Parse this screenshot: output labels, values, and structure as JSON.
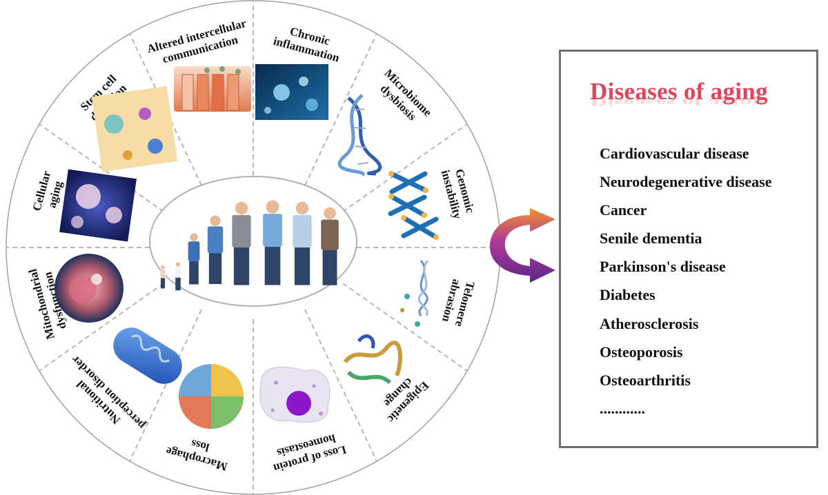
{
  "wheel": {
    "segments": [
      {
        "id": "chronic-inflammation",
        "lines": [
          "Chronic",
          "inflammation"
        ],
        "icon": "tissue-inflammation-icon"
      },
      {
        "id": "microbiome-dysbiosis",
        "lines": [
          "Microbiome",
          "dysbiosis"
        ],
        "icon": "microbe-icon"
      },
      {
        "id": "genomic-instability",
        "lines": [
          "Genomic",
          "instability"
        ],
        "icon": "dna-helix-icon"
      },
      {
        "id": "telomere-abrasion",
        "lines": [
          "Telomere",
          "abrasion"
        ],
        "icon": "chromosome-icon"
      },
      {
        "id": "epigenetic-change",
        "lines": [
          "Epigenetic",
          "change"
        ],
        "icon": "epigenetic-dna-icon"
      },
      {
        "id": "loss-of-protein-homeostasis",
        "lines": [
          "Loss of protein",
          "homeostasis"
        ],
        "icon": "protein-structure-icon"
      },
      {
        "id": "macrophage-loss",
        "lines": [
          "Macrophage",
          "loss"
        ],
        "icon": "macrophage-cell-icon"
      },
      {
        "id": "nutritional-perception-disorder",
        "lines": [
          "Nutritional",
          "perception disorder"
        ],
        "icon": "food-plate-icon"
      },
      {
        "id": "mitochondrial-dysfunction",
        "lines": [
          "Mitochondrial",
          "dysfunction"
        ],
        "icon": "mitochondria-icon"
      },
      {
        "id": "cellular-aging",
        "lines": [
          "Cellular",
          "aging"
        ],
        "icon": "aging-cell-icon"
      },
      {
        "id": "stem-cell-depletion",
        "lines": [
          "Stem cell",
          "depletion"
        ],
        "icon": "stem-cells-icon"
      },
      {
        "id": "altered-intercellular-communication",
        "lines": [
          "Altered intercellular",
          "communication"
        ],
        "icon": "cell-communication-icon"
      }
    ],
    "center_icon": "human-lifespan-figures-icon"
  },
  "diseases": {
    "title": "Diseases of aging",
    "items": [
      "Cardiovascular disease",
      "Neurodegenerative disease",
      "Cancer",
      "Senile dementia",
      "Parkinson's disease",
      "Diabetes",
      "Atherosclerosis",
      "Osteoporosis",
      "Osteoarthritis",
      "............"
    ]
  },
  "colors": {
    "title": "#e0455a",
    "arrow_top": "#f0902a",
    "arrow_bottom": "#5a2a86",
    "border": "#6e6e6e",
    "divider": "#b5b5b5"
  }
}
